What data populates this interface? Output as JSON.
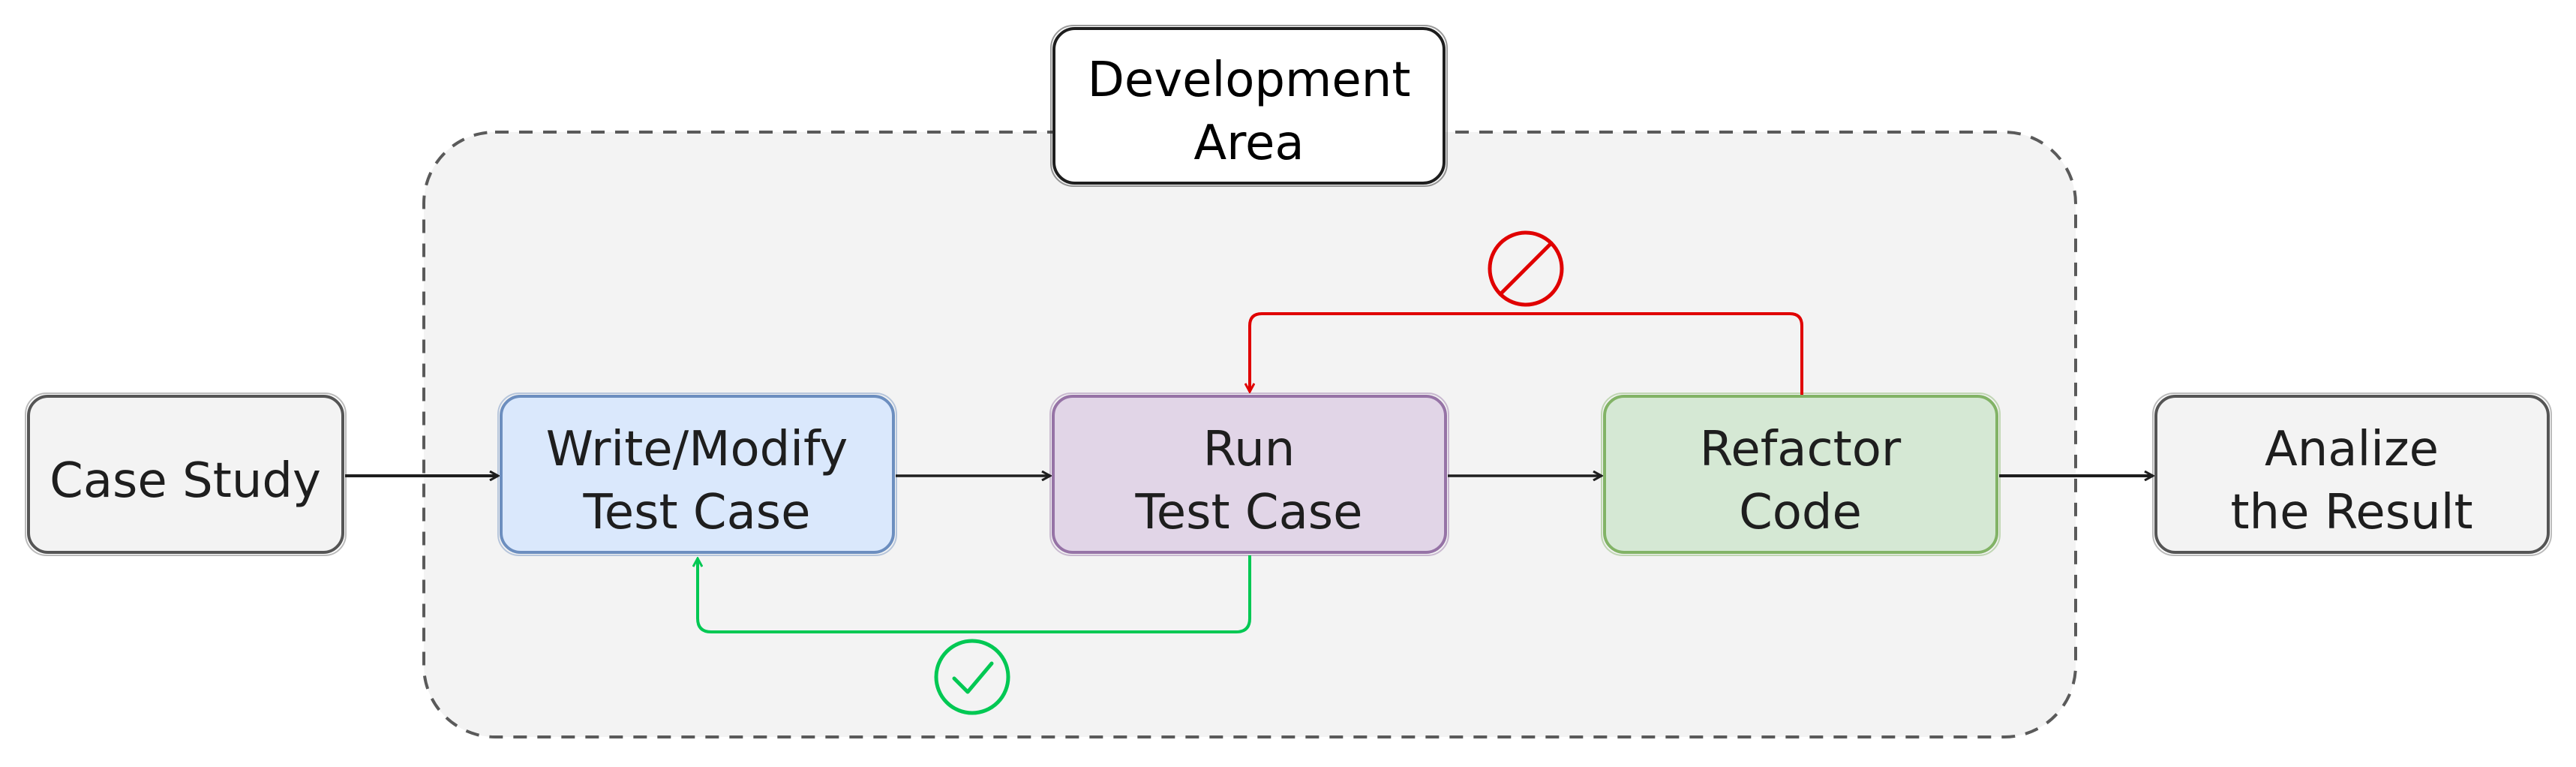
{
  "diagram": {
    "title": {
      "line1": "Development",
      "line2": "Area"
    },
    "nodes": {
      "case_study": {
        "line1": "Case Study"
      },
      "write_test": {
        "line1": "Write/Modify",
        "line2": "Test Case"
      },
      "run_test": {
        "line1": "Run",
        "line2": "Test Case"
      },
      "refactor": {
        "line1": "Refactor",
        "line2": "Code"
      },
      "analyze": {
        "line1": "Analize",
        "line2": "the Result"
      }
    },
    "colors": {
      "ink": "#1e1e1e",
      "dev_area_fill": "#f3f3f3",
      "dev_area_stroke": "#5a5a5a",
      "neutral_fill": "#f3f3f3",
      "neutral_stroke": "#555555",
      "write_fill": "#dae8fc",
      "write_stroke": "#6c8ebf",
      "run_fill": "#e1d5e7",
      "run_stroke": "#9673a6",
      "refactor_fill": "#d5e8d4",
      "refactor_stroke": "#82b366",
      "fail_red": "#e00000",
      "pass_green": "#00c853"
    },
    "icons": {
      "fail": "prohibited-icon",
      "pass": "checkmark-circle-icon"
    }
  }
}
